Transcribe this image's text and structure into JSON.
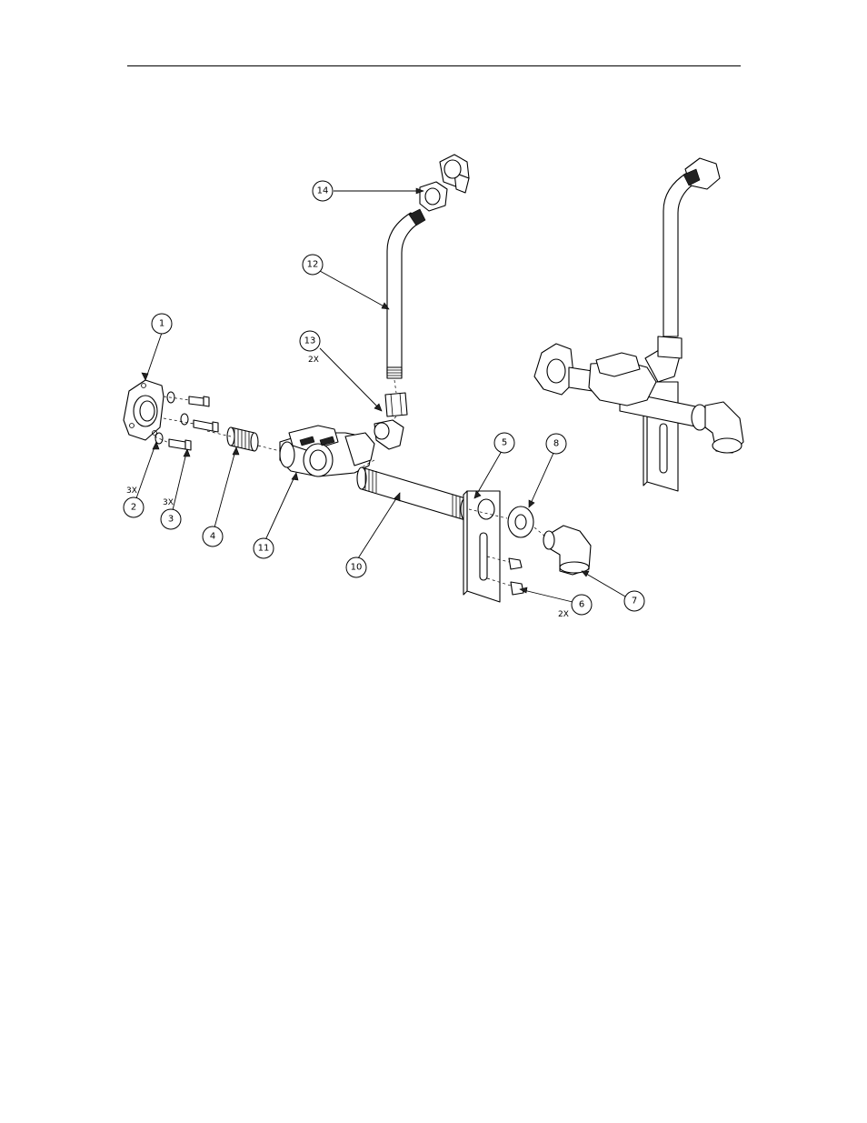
{
  "callouts": [
    {
      "id": "1",
      "label": "1",
      "qty": ""
    },
    {
      "id": "2",
      "label": "2",
      "qty": "3X"
    },
    {
      "id": "3",
      "label": "3",
      "qty": "3X"
    },
    {
      "id": "4",
      "label": "4",
      "qty": ""
    },
    {
      "id": "5",
      "label": "5",
      "qty": ""
    },
    {
      "id": "6",
      "label": "6",
      "qty": "2X"
    },
    {
      "id": "7",
      "label": "7",
      "qty": ""
    },
    {
      "id": "8",
      "label": "8",
      "qty": ""
    },
    {
      "id": "10",
      "label": "10",
      "qty": ""
    },
    {
      "id": "11",
      "label": "11",
      "qty": ""
    },
    {
      "id": "12",
      "label": "12",
      "qty": ""
    },
    {
      "id": "13",
      "label": "13",
      "qty": "2X"
    },
    {
      "id": "14",
      "label": "14",
      "qty": ""
    }
  ]
}
